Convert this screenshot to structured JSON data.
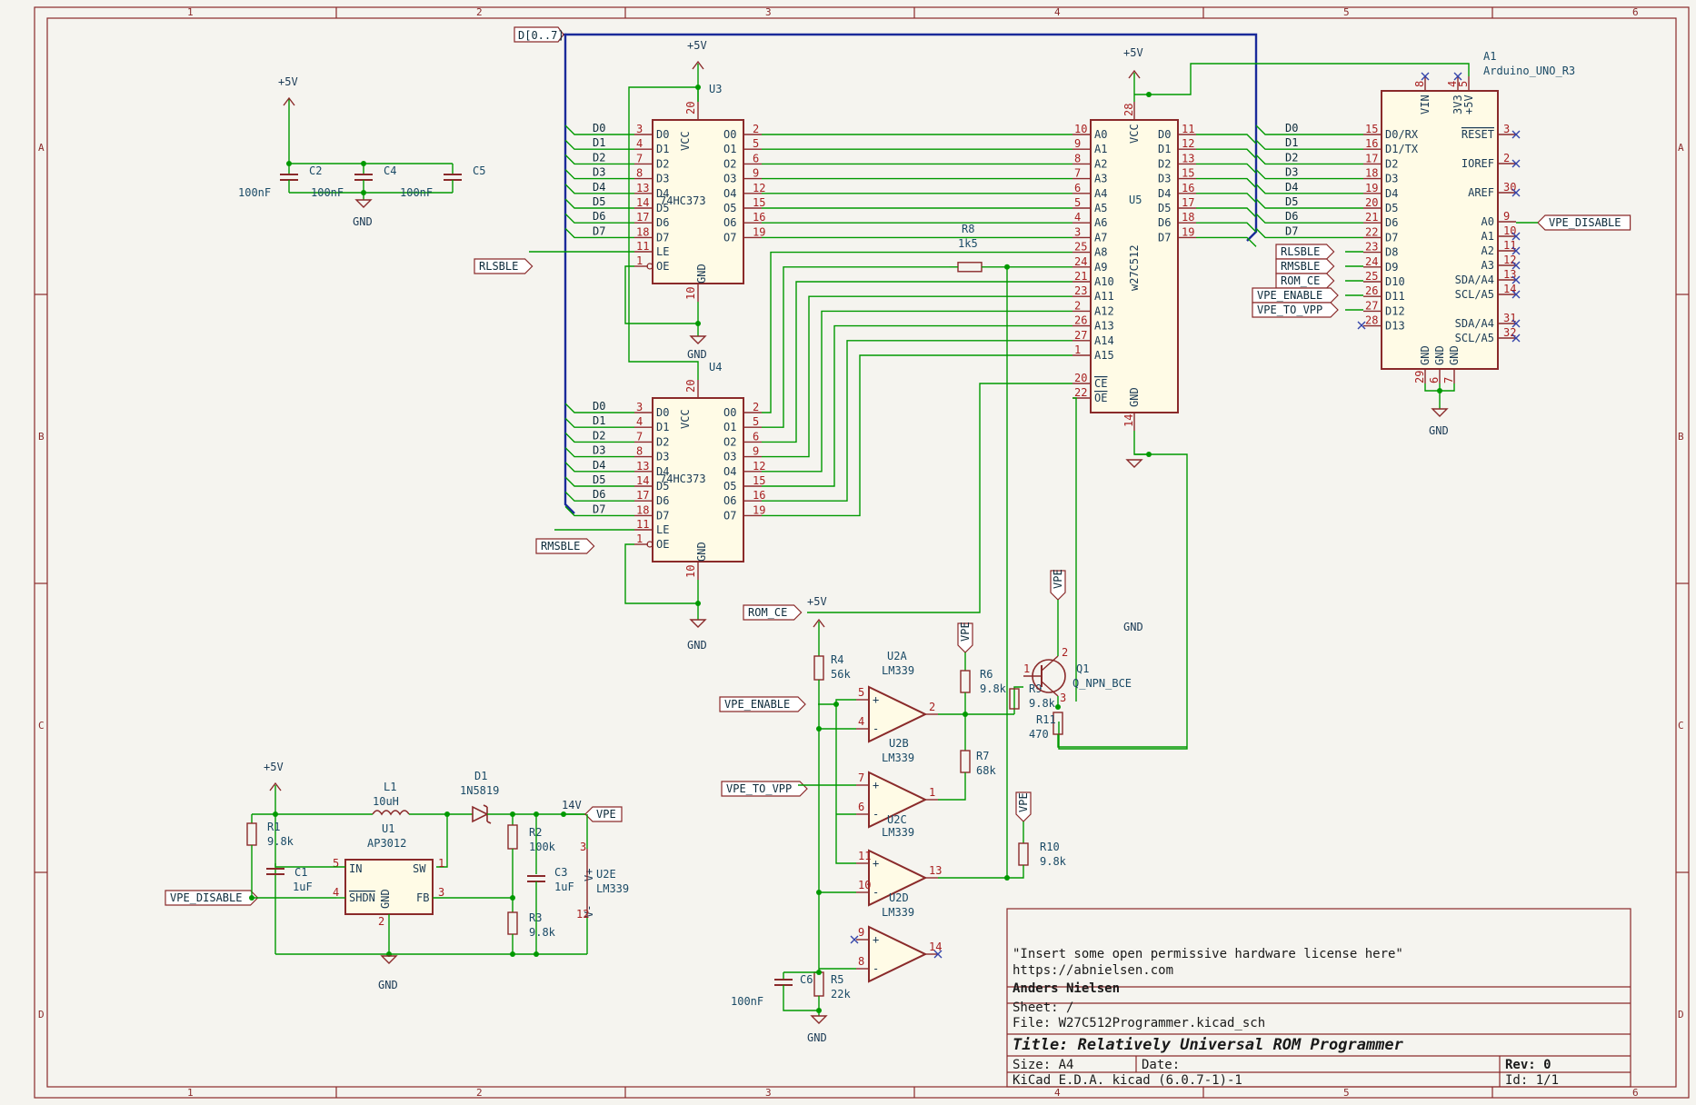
{
  "title_block": {
    "license": "\"Insert some open permissive hardware license here\"",
    "url": "https://abnielsen.com",
    "author": "Anders Nielsen",
    "sheet": "Sheet: /",
    "file": "File: W27C512Programmer.kicad_sch",
    "title": "Title: Relatively Universal ROM Programmer",
    "size": "Size: A4",
    "date": "Date:",
    "rev": "Rev: 0",
    "tool": "KiCad E.D.A.  kicad (6.0.7-1)-1",
    "id": "Id: 1/1"
  },
  "ruler": {
    "columns": [
      "1",
      "2",
      "3",
      "4",
      "5",
      "6"
    ],
    "rows": [
      "A",
      "B",
      "C",
      "D"
    ]
  },
  "power": {
    "vcc": "+5V",
    "gnd": "GND",
    "v14": "14V"
  },
  "labels": {
    "bus": "D[0..7]",
    "rlsble": "RLSBLE",
    "rmsble": "RMSBLE",
    "rom_ce": "ROM_CE",
    "vpe_enable": "VPE_ENABLE",
    "vpe_to_vpp": "VPE_TO_VPP",
    "vpe_disable": "VPE_DISABLE",
    "vpe": "VPE"
  },
  "latch": {
    "type": "74HC373",
    "u3": "U3",
    "u4": "U4",
    "d_pins": [
      "D0",
      "D1",
      "D2",
      "D3",
      "D4",
      "D5",
      "D6",
      "D7"
    ],
    "q_pins": [
      "O0",
      "O1",
      "O2",
      "O3",
      "O4",
      "O5",
      "O6",
      "O7"
    ],
    "d_nums": [
      "3",
      "4",
      "7",
      "8",
      "13",
      "14",
      "17",
      "18"
    ],
    "q_nums": [
      "2",
      "5",
      "6",
      "9",
      "12",
      "15",
      "16",
      "19"
    ],
    "vcc": "VCC",
    "gnd": "GND",
    "le": "LE",
    "oe": "OE",
    "vcc_num": "20",
    "gnd_num": "10",
    "le_num": "11",
    "oe_num": "1"
  },
  "rom": {
    "ref": "U5",
    "type": "w27C512",
    "a_pins": [
      "A0",
      "A1",
      "A2",
      "A3",
      "A4",
      "A5",
      "A6",
      "A7",
      "A8",
      "A9",
      "A10",
      "A11",
      "A12",
      "A13",
      "A14",
      "A15"
    ],
    "a_nums": [
      "10",
      "9",
      "8",
      "7",
      "6",
      "5",
      "4",
      "3",
      "25",
      "24",
      "21",
      "23",
      "2",
      "26",
      "27",
      "1"
    ],
    "d_pins": [
      "D0",
      "D1",
      "D2",
      "D3",
      "D4",
      "D5",
      "D6",
      "D7"
    ],
    "d_nums": [
      "11",
      "12",
      "13",
      "15",
      "16",
      "17",
      "18",
      "19"
    ],
    "ce": "CE",
    "oe": "OE",
    "ce_num": "20",
    "oe_num": "22",
    "vcc": "VCC",
    "gnd": "GND",
    "vcc_num": "28",
    "gnd_num": "14"
  },
  "arduino": {
    "ref": "A1",
    "type": "Arduino_UNO_R3",
    "left_pins": [
      "D0/RX",
      "D1/TX",
      "D2",
      "D3",
      "D4",
      "D5",
      "D6",
      "D7",
      "D8",
      "D9",
      "D10",
      "D11",
      "D12",
      "D13"
    ],
    "left_nums": [
      "15",
      "16",
      "17",
      "18",
      "19",
      "20",
      "21",
      "22",
      "23",
      "24",
      "25",
      "26",
      "27",
      "28"
    ],
    "right_pins": [
      "RESET",
      "IOREF",
      "AREF",
      "A0",
      "A1",
      "A2",
      "A3",
      "SDA/A4",
      "SCL/A5",
      "SDA/A4",
      "SCL/A5"
    ],
    "right_nums": [
      "3",
      "2",
      "30",
      "9",
      "10",
      "11",
      "12",
      "13",
      "14",
      "31",
      "32"
    ],
    "top_pins": [
      "VIN",
      "3V3",
      "+5V"
    ],
    "top_nums": [
      "8",
      "4",
      "5"
    ],
    "bottom_pins": [
      "GND",
      "GND",
      "GND"
    ],
    "bottom_nums": [
      "29",
      "6",
      "7"
    ]
  },
  "caps": {
    "c2": "C2",
    "c4": "C4",
    "c5": "C5",
    "val": "100nF",
    "c1": "C1",
    "c1v": "1uF",
    "c3": "C3",
    "c3v": "1uF",
    "c6": "C6",
    "c6v": "100nF"
  },
  "resistors": {
    "r8": "R8",
    "r8v": "1k5",
    "r4": "R4",
    "r4v": "56k",
    "r6": "R6",
    "r6v": "9.8k",
    "r7": "R7",
    "r7v": "68k",
    "r9": "R9",
    "r9v": "9.8k",
    "r11": "R11",
    "r11v": "470",
    "r10": "R10",
    "r10v": "9.8k",
    "r5": "R5",
    "r5v": "22k",
    "r1": "R1",
    "r1v": "9.8k",
    "r2": "R2",
    "r2v": "100k",
    "r3": "R3",
    "r3v": "9.8k"
  },
  "misc": {
    "q1": "Q1",
    "q1v": "Q_NPN_BCE",
    "l1": "L1",
    "l1v": "10uH",
    "d1": "D1",
    "d1v": "1N5819",
    "u1": "U1",
    "u1v": "AP3012",
    "u1_in": "IN",
    "u1_sw": "SW",
    "u1_shdn": "SHDN",
    "u1_gnd": "GND",
    "u1_fb": "FB",
    "comp": "LM339",
    "u2a": "U2A",
    "u2b": "U2B",
    "u2c": "U2C",
    "u2d": "U2D",
    "u2e": "U2E",
    "vplus": "V+",
    "vminus": "V-"
  }
}
